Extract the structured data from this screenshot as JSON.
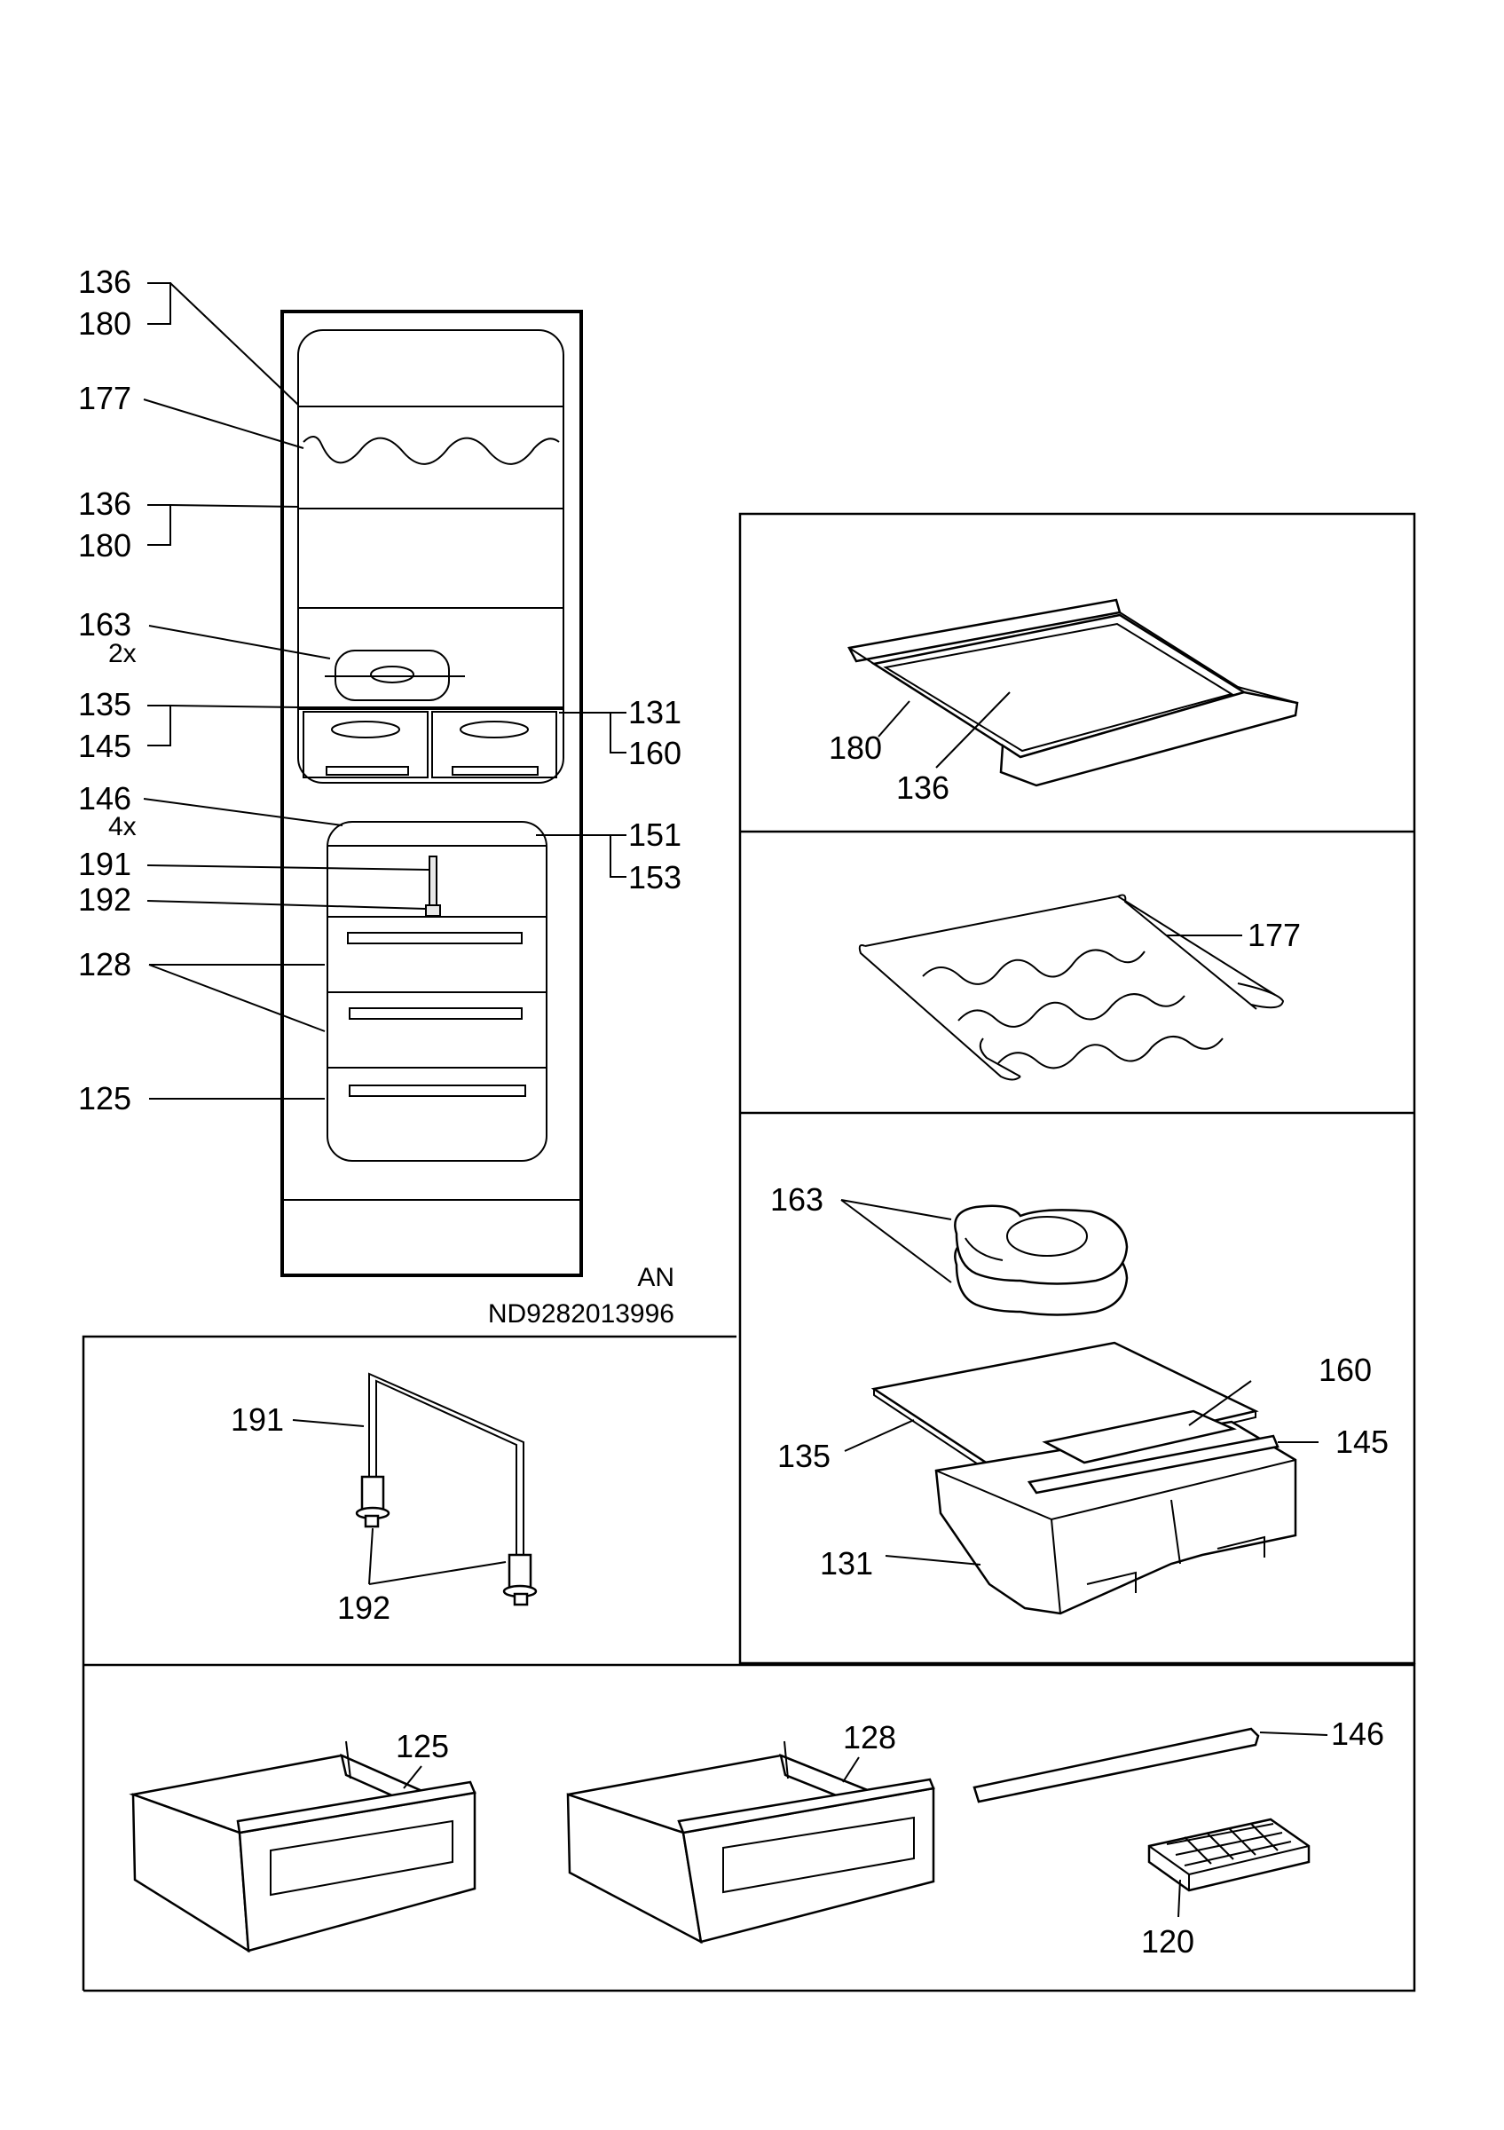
{
  "overview": {
    "labels_left": [
      "136",
      "180",
      "177",
      "136",
      "180",
      "163",
      "2x",
      "135",
      "145",
      "146",
      "4x",
      "191",
      "192",
      "128",
      "125"
    ],
    "labels_right": [
      "131",
      "160",
      "151",
      "153"
    ],
    "code_lang": "AN",
    "code_id": "ND9282013996"
  },
  "panels": {
    "shelf": {
      "labels": [
        "180",
        "136"
      ]
    },
    "bottle_rack": {
      "labels": [
        "177"
      ]
    },
    "crisper_assembly": {
      "labels": [
        "163",
        "160",
        "135",
        "145",
        "131"
      ]
    },
    "divider": {
      "labels": [
        "191",
        "192"
      ]
    },
    "drawers": {
      "labels": [
        "125",
        "128",
        "146",
        "120"
      ]
    }
  }
}
